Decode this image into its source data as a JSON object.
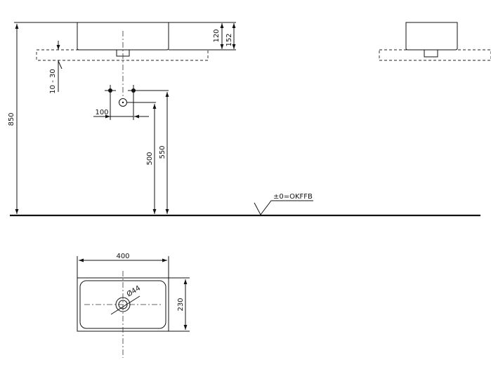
{
  "dimensions": {
    "total_height": "850",
    "basin_height": "120",
    "overall_height": "152",
    "counter_thickness": "10 - 30",
    "valve_spacing": "100",
    "drain_height": "500",
    "supply_height": "550",
    "floor_reference": "±0=OKFFB",
    "basin_width": "400",
    "basin_depth": "230",
    "drain_diameter": "Ø44"
  },
  "colors": {
    "line": "#111111",
    "background": "#ffffff"
  }
}
